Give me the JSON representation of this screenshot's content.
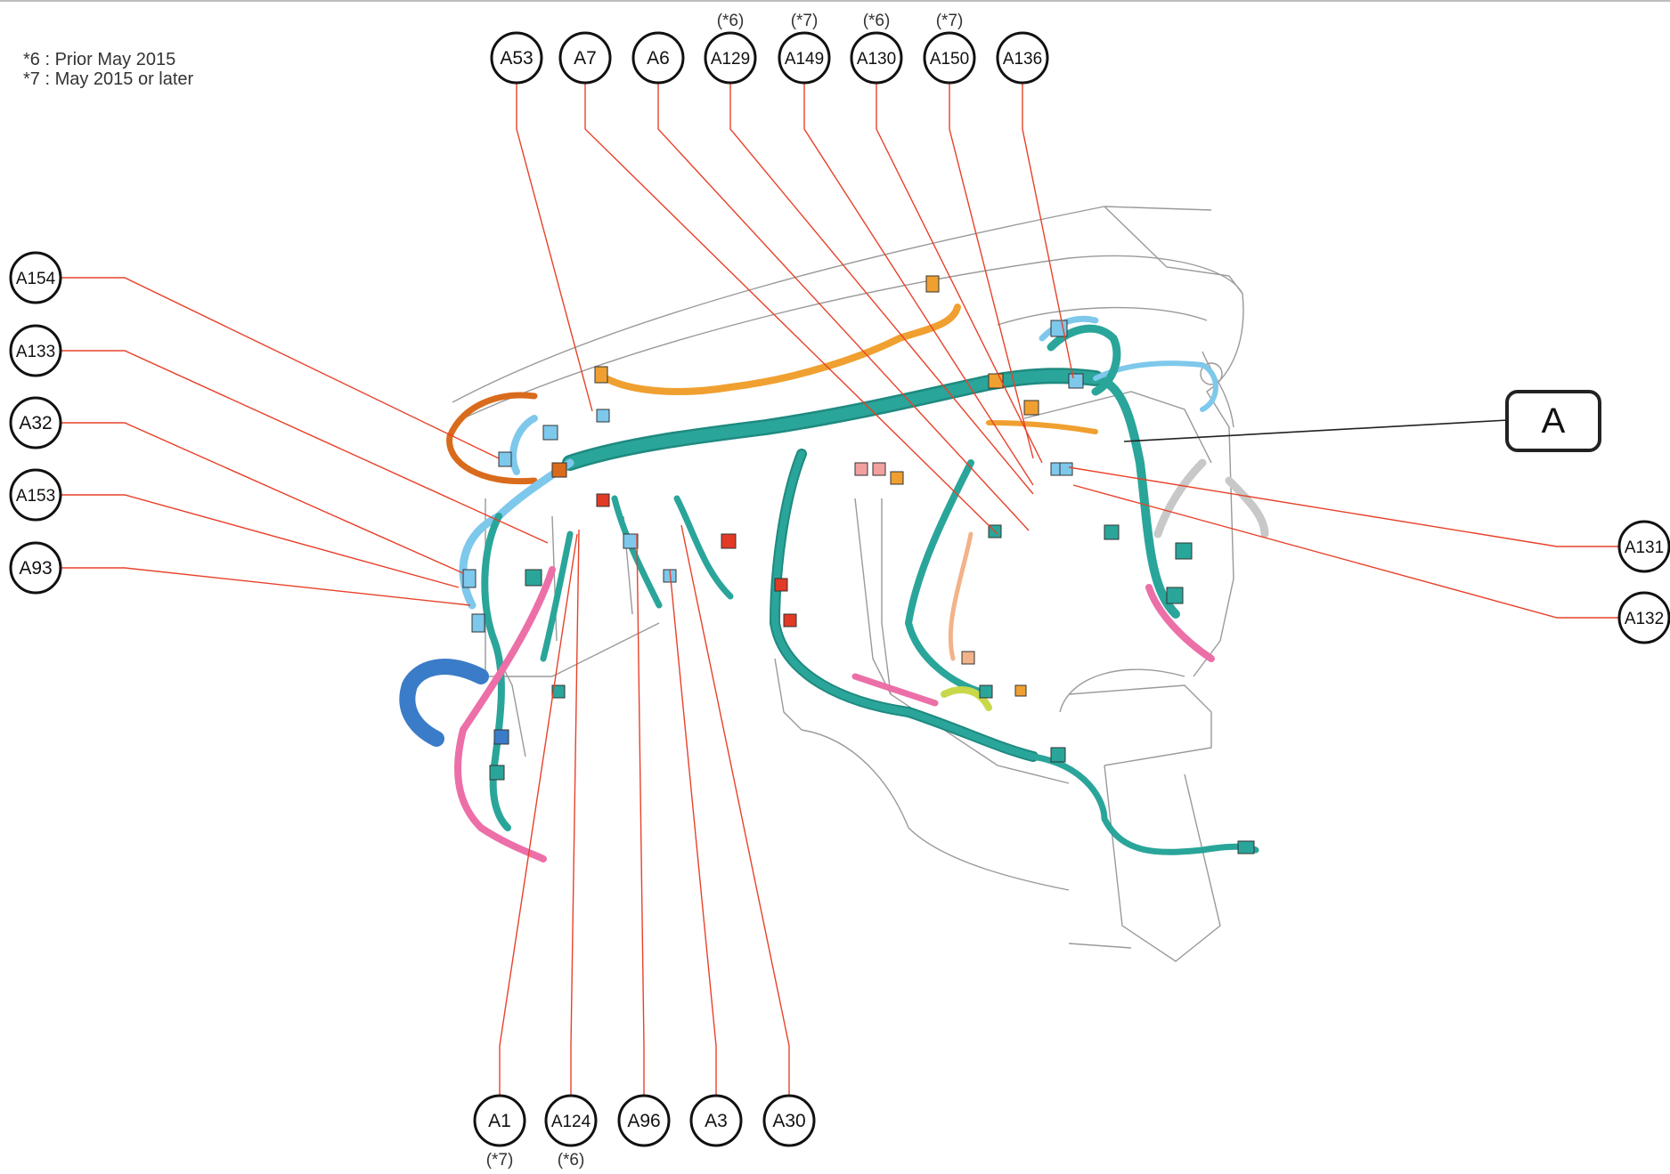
{
  "legend": [
    {
      "mark": "*6",
      "text": "Prior May 2015"
    },
    {
      "mark": "*7",
      "text": "May 2015 or later"
    }
  ],
  "legend_lines": [
    "*6 : Prior May 2015",
    "*7 : May 2015 or later"
  ],
  "callouts": {
    "top": [
      {
        "id": "A53",
        "note": ""
      },
      {
        "id": "A7",
        "note": ""
      },
      {
        "id": "A6",
        "note": ""
      },
      {
        "id": "A129",
        "note": "(*6)"
      },
      {
        "id": "A149",
        "note": "(*7)"
      },
      {
        "id": "A130",
        "note": "(*6)"
      },
      {
        "id": "A150",
        "note": "(*7)"
      },
      {
        "id": "A136",
        "note": ""
      }
    ],
    "left": [
      {
        "id": "A154"
      },
      {
        "id": "A133"
      },
      {
        "id": "A32"
      },
      {
        "id": "A153"
      },
      {
        "id": "A93"
      }
    ],
    "right": [
      {
        "id": "A131"
      },
      {
        "id": "A132"
      }
    ],
    "bottom": [
      {
        "id": "A1",
        "note": "(*7)"
      },
      {
        "id": "A124",
        "note": "(*6)"
      },
      {
        "id": "A96",
        "note": ""
      },
      {
        "id": "A3",
        "note": ""
      },
      {
        "id": "A30",
        "note": ""
      }
    ]
  },
  "section_marker": "A",
  "colors": {
    "leader": "#e8412a",
    "harness_main": "#2aa59a",
    "harness_blue": "#7ec8ec",
    "harness_orange": "#f0a030",
    "harness_pink": "#ec6fa8",
    "harness_darkblue": "#3a7cc8",
    "outline": "#8a8a8a",
    "connector_red": "#e23a24",
    "connector_lime": "#c8d84a"
  }
}
